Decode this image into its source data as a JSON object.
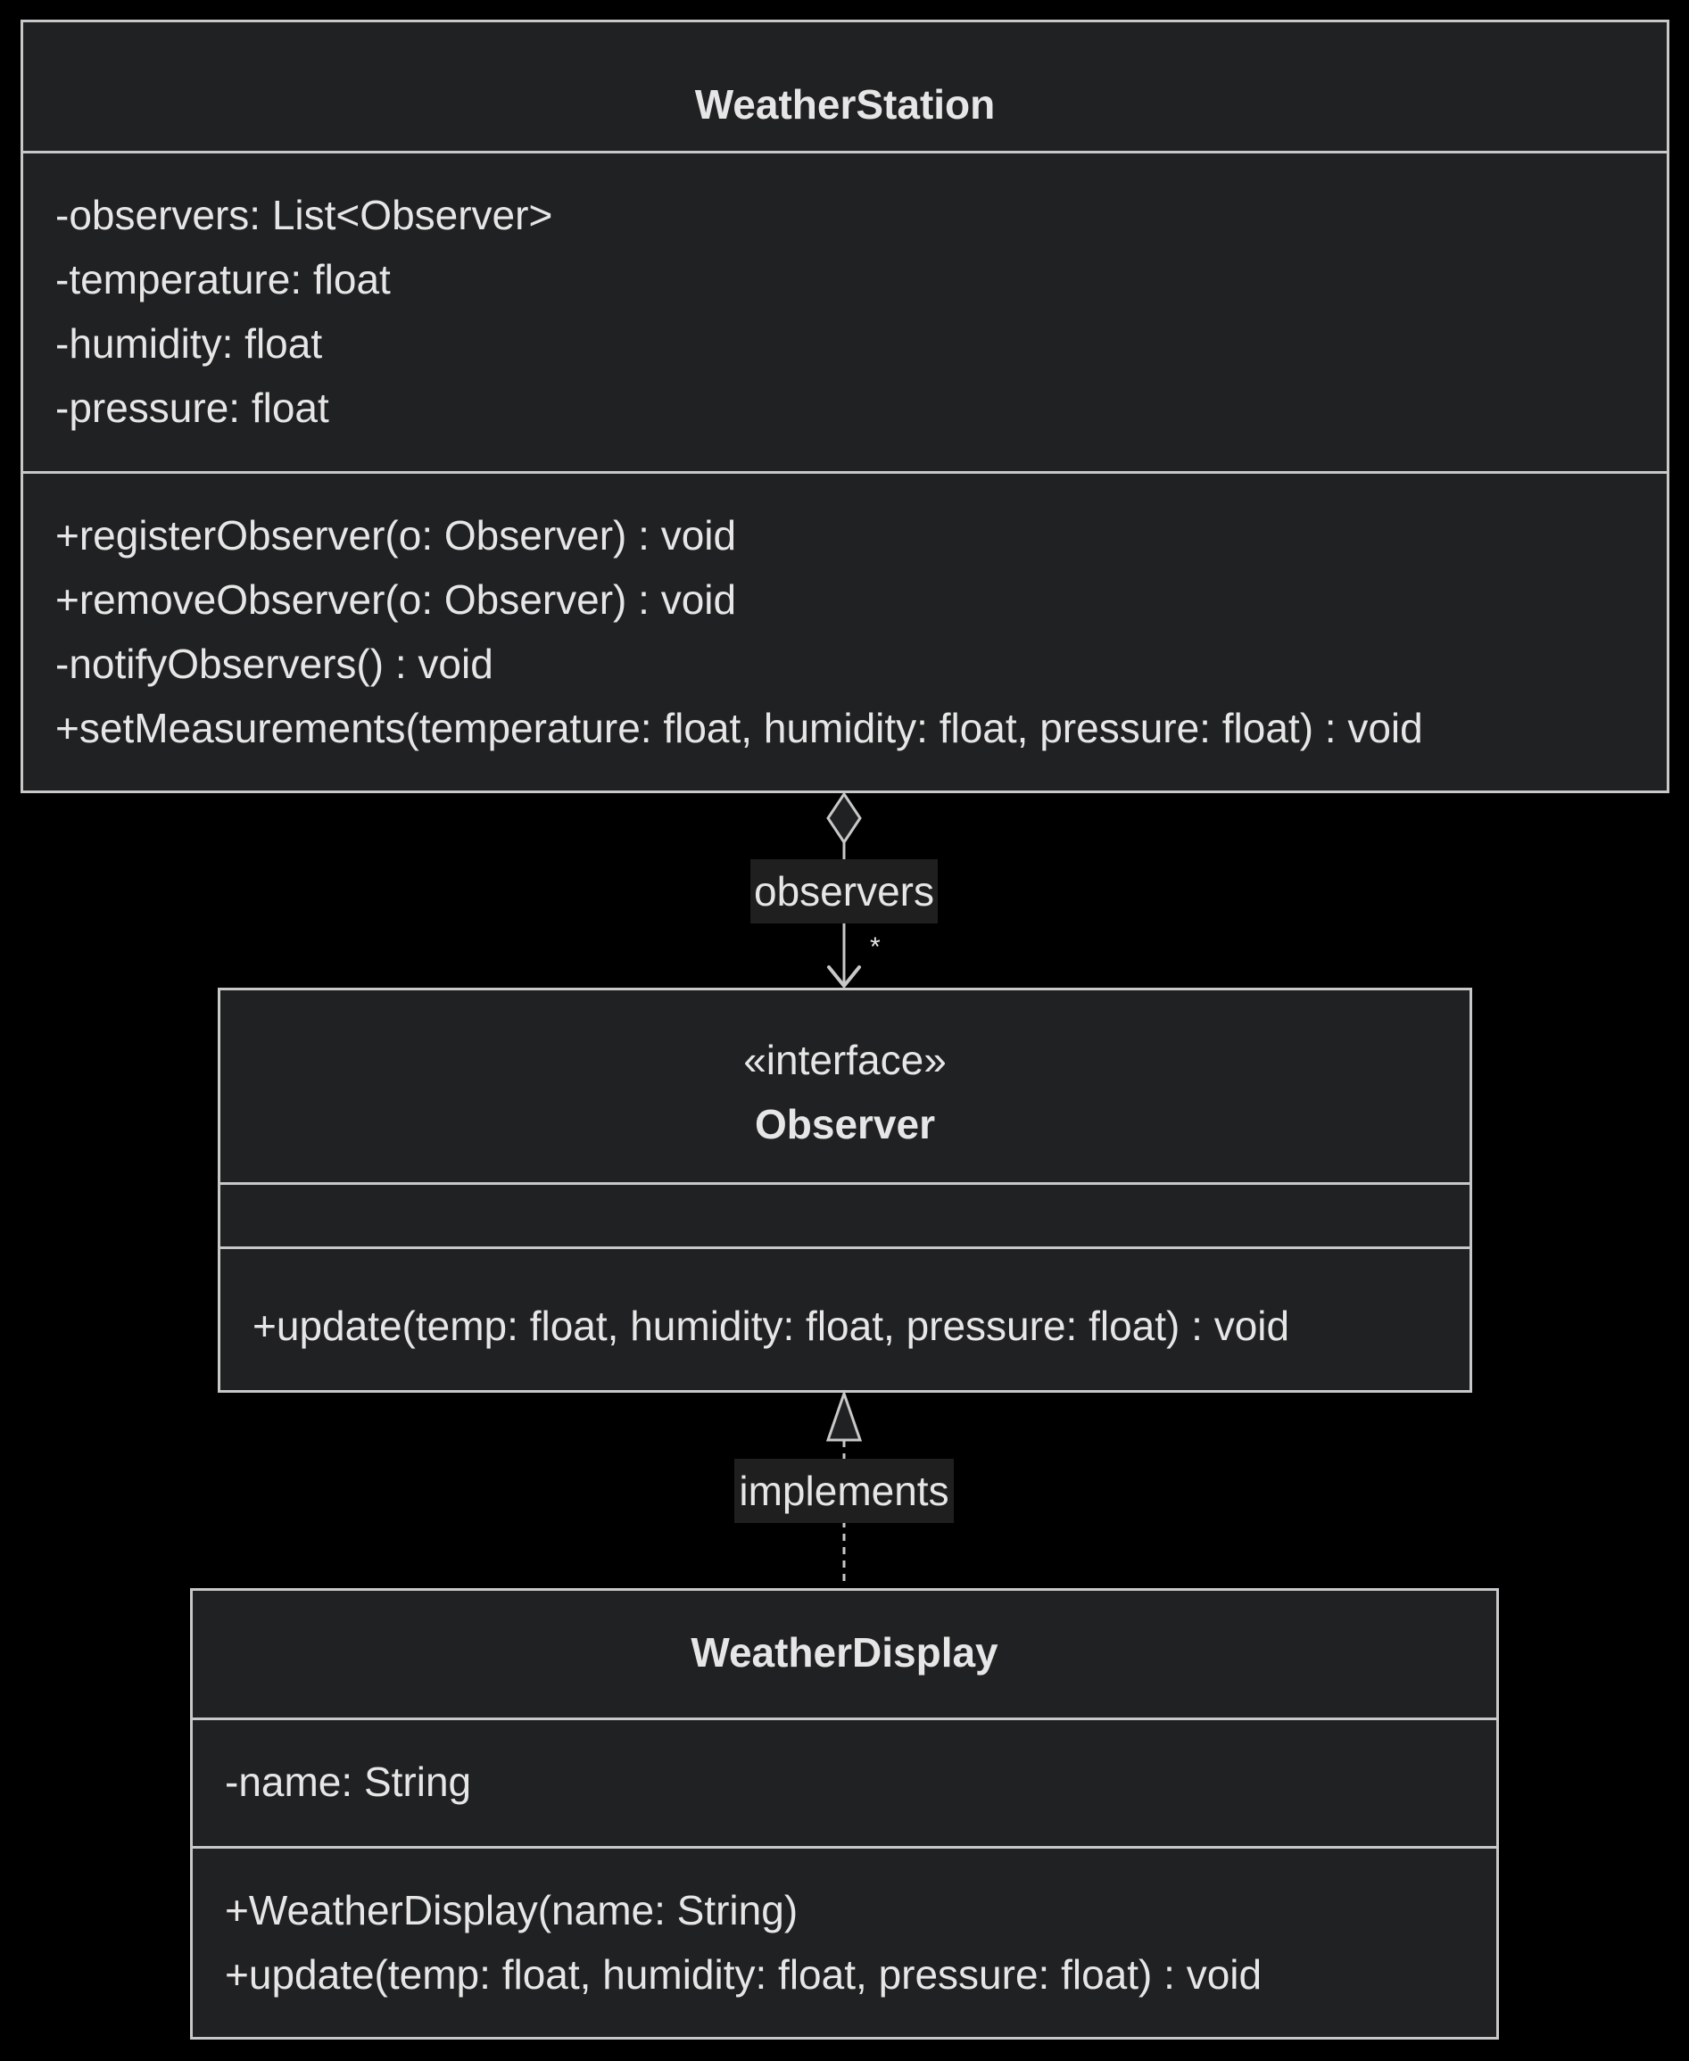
{
  "classes": {
    "weather_station": {
      "name": "WeatherStation",
      "attributes": [
        "-observers: List<Observer>",
        "-temperature: float",
        "-humidity: float",
        "-pressure: float"
      ],
      "methods": [
        "+registerObserver(o: Observer) : void",
        "+removeObserver(o: Observer) : void",
        "-notifyObservers() : void",
        "+setMeasurements(temperature: float, humidity: float, pressure: float) : void"
      ]
    },
    "observer": {
      "stereotype": "«interface»",
      "name": "Observer",
      "attributes": [],
      "methods": [
        "+update(temp: float, humidity: float, pressure: float) : void"
      ]
    },
    "weather_display": {
      "name": "WeatherDisplay",
      "attributes": [
        "-name: String"
      ],
      "methods": [
        "+WeatherDisplay(name: String)",
        "+update(temp: float, humidity: float, pressure: float) : void"
      ]
    }
  },
  "relations": {
    "aggregation": {
      "label": "observers",
      "multiplicity": "*"
    },
    "realization": {
      "label": "implements"
    }
  },
  "colors": {
    "background": "#000000",
    "box_fill": "#202122",
    "line": "#c8c8c8",
    "text": "#e6e6e6"
  }
}
